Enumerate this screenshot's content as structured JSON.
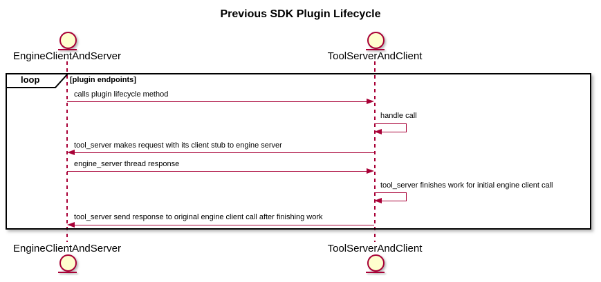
{
  "title": "Previous SDK Plugin Lifecycle",
  "colors": {
    "accent": "#A80036",
    "participant_fill": "#FEFECE",
    "frame_border": "#000000"
  },
  "participants": [
    {
      "id": "engine",
      "label": "EngineClientAndServer"
    },
    {
      "id": "tool",
      "label": "ToolServerAndClient"
    }
  ],
  "loop": {
    "operator": "loop",
    "condition": "[plugin endpoints]"
  },
  "messages": [
    {
      "from": "engine",
      "to": "tool",
      "type": "solid",
      "text": "calls plugin lifecycle method"
    },
    {
      "from": "tool",
      "to": "tool",
      "type": "self",
      "text": "handle call"
    },
    {
      "from": "tool",
      "to": "engine",
      "type": "solid",
      "text": "tool_server makes request with its client stub to engine server"
    },
    {
      "from": "engine",
      "to": "tool",
      "type": "solid",
      "text": "engine_server thread response"
    },
    {
      "from": "tool",
      "to": "tool",
      "type": "self",
      "text": "tool_server finishes work for initial engine client call"
    },
    {
      "from": "tool",
      "to": "engine",
      "type": "solid",
      "text": "tool_server send response to original engine client call after finishing work"
    }
  ]
}
